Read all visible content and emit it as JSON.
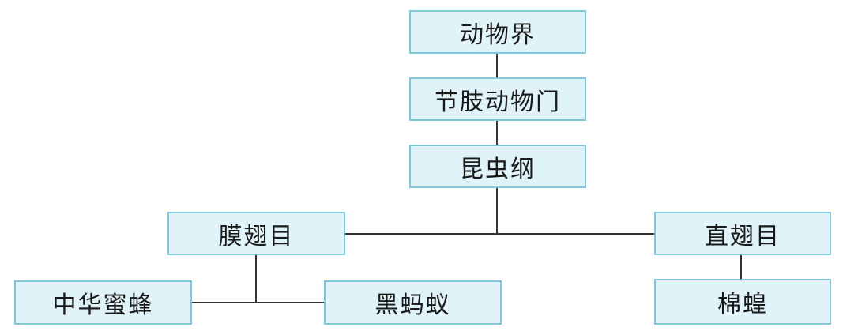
{
  "taxonomy": {
    "kingdom": "动物界",
    "phylum": "节肢动物门",
    "class": "昆虫纲",
    "orders": {
      "hymenoptera": "膜翅目",
      "orthoptera": "直翅目"
    },
    "species": {
      "chinese_honeybee": "中华蜜蜂",
      "black_ant": "黑蚂蚁",
      "cotton_locust": "棉蝗"
    }
  },
  "colors": {
    "box_fill": "#dff3f8",
    "box_border": "#7ec6d8",
    "connector": "#333333"
  }
}
